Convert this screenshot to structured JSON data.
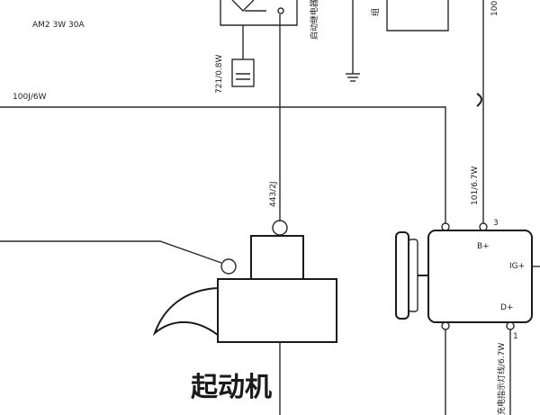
{
  "labels": {
    "top_left": "AM2 3W 30A",
    "fuse_label": "721/0.8W",
    "relay_vertical": "启动继电器",
    "top_center_box": "组",
    "wire_top_right": "100",
    "wire_main": "100J/6W",
    "wire_starter_feed": "443/2J",
    "wire_b_plus": "101/6.7W",
    "terminal_3": "3",
    "terminal_1": "1",
    "gen_b_plus": "B+",
    "gen_ig_plus": "IG+",
    "gen_d_plus": "D+",
    "wire_d_plus": "充电指示灯线/6.7W",
    "starter_caption": "起动机"
  }
}
